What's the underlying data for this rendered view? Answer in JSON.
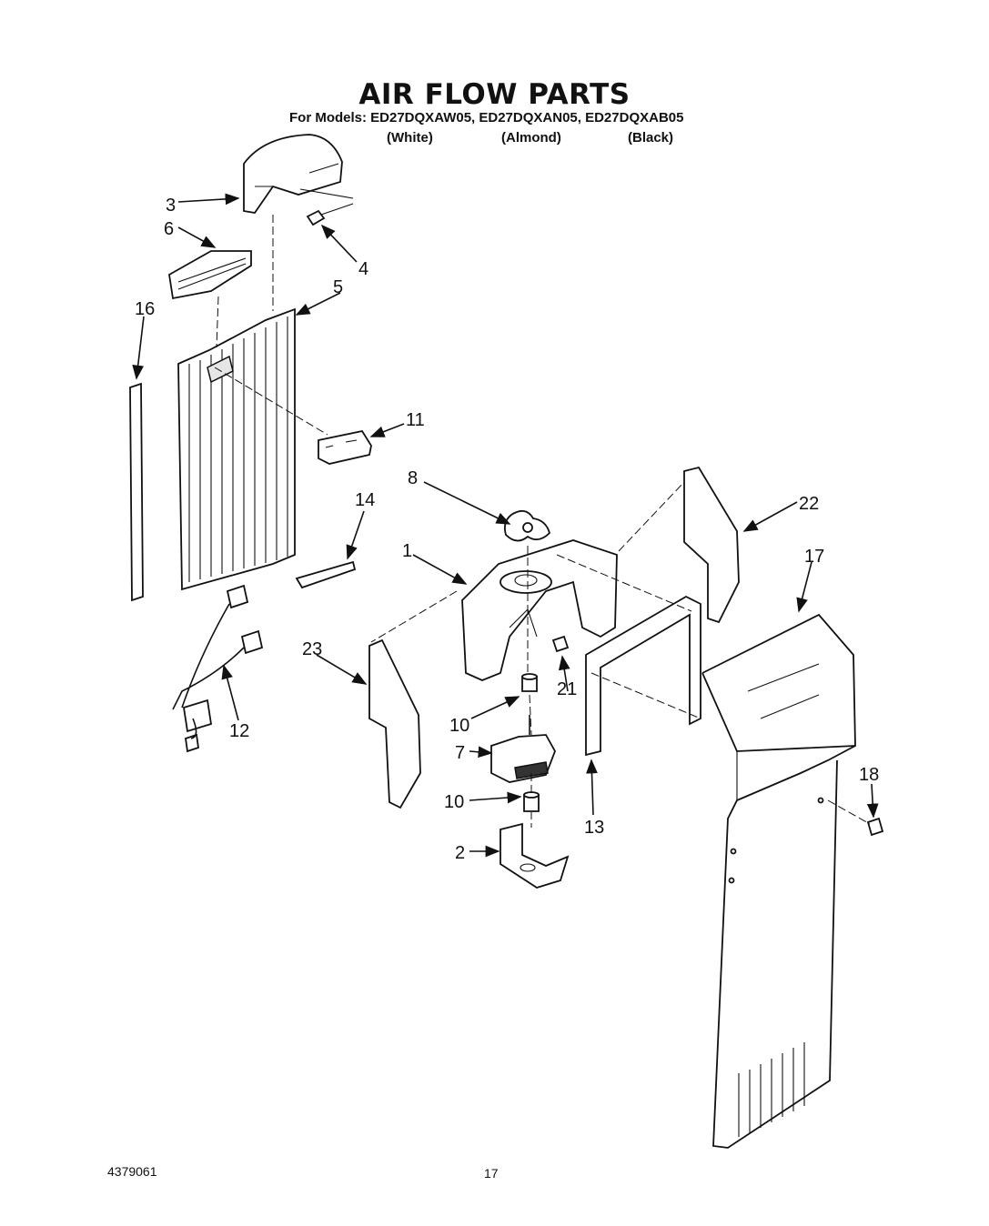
{
  "header": {
    "title": "AIR FLOW PARTS",
    "models_line": "For Models: ED27DQXAW05, ED27DQXAN05, ED27DQXAB05",
    "colors": [
      "(White)",
      "(Almond)",
      "(Black)"
    ]
  },
  "callouts": {
    "c1": "1",
    "c2": "2",
    "c3": "3",
    "c4": "4",
    "c5": "5",
    "c6": "6",
    "c7": "7",
    "c8": "8",
    "c10a": "10",
    "c10b": "10",
    "c11": "11",
    "c12": "12",
    "c13": "13",
    "c14": "14",
    "c16": "16",
    "c17": "17",
    "c18": "18",
    "c21": "21",
    "c22": "22",
    "c23": "23"
  },
  "footer": {
    "doc_number": "4379061",
    "page_number": "17"
  }
}
